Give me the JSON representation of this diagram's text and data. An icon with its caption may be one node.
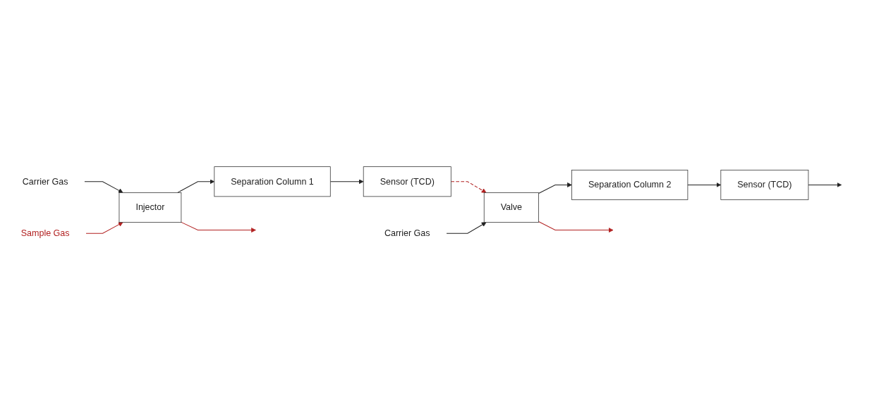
{
  "diagram": {
    "nodes": [
      {
        "text": [
          "Carrier Gas"
        ]
      },
      {
        "text": [
          "Injector"
        ]
      },
      {
        "text": [
          "Separation Column 1"
        ]
      },
      {
        "text": [
          "Sensor (TCD)"
        ]
      },
      {
        "text": [
          "Sample Gas"
        ]
      },
      {
        "text": [
          "Valve"
        ]
      },
      {
        "text": [
          "Separation Column 2"
        ]
      },
      {
        "text": [
          "Sensor (TCD)"
        ]
      },
      {
        "text": [
          "Carrier Gas"
        ]
      }
    ],
    "edges": [
      {
        "from": 0,
        "to": 1,
        "arrow": "to"
      },
      {
        "from": 1,
        "to": 2,
        "arrow": "to"
      },
      {
        "from": 2,
        "to": 3,
        "arrow": "to"
      },
      {
        "from": 4,
        "to": 1,
        "arrow": "to",
        "color": "#b22222"
      },
      {
        "from": 1,
        "to": null,
        "arrow": "to",
        "color": "#b22222"
      },
      {
        "from": 3,
        "to": 5,
        "arrow": "to",
        "style": "dashed",
        "color": "#b22222"
      },
      {
        "from": 5,
        "to": 6,
        "arrow": "to"
      },
      {
        "from": 6,
        "to": 7,
        "arrow": "to"
      },
      {
        "from": 7,
        "to": null,
        "arrow": "to"
      },
      {
        "from": 8,
        "to": 5,
        "arrow": "to"
      },
      {
        "from": 5,
        "to": null,
        "arrow": "to",
        "color": "#b22222"
      }
    ]
  }
}
